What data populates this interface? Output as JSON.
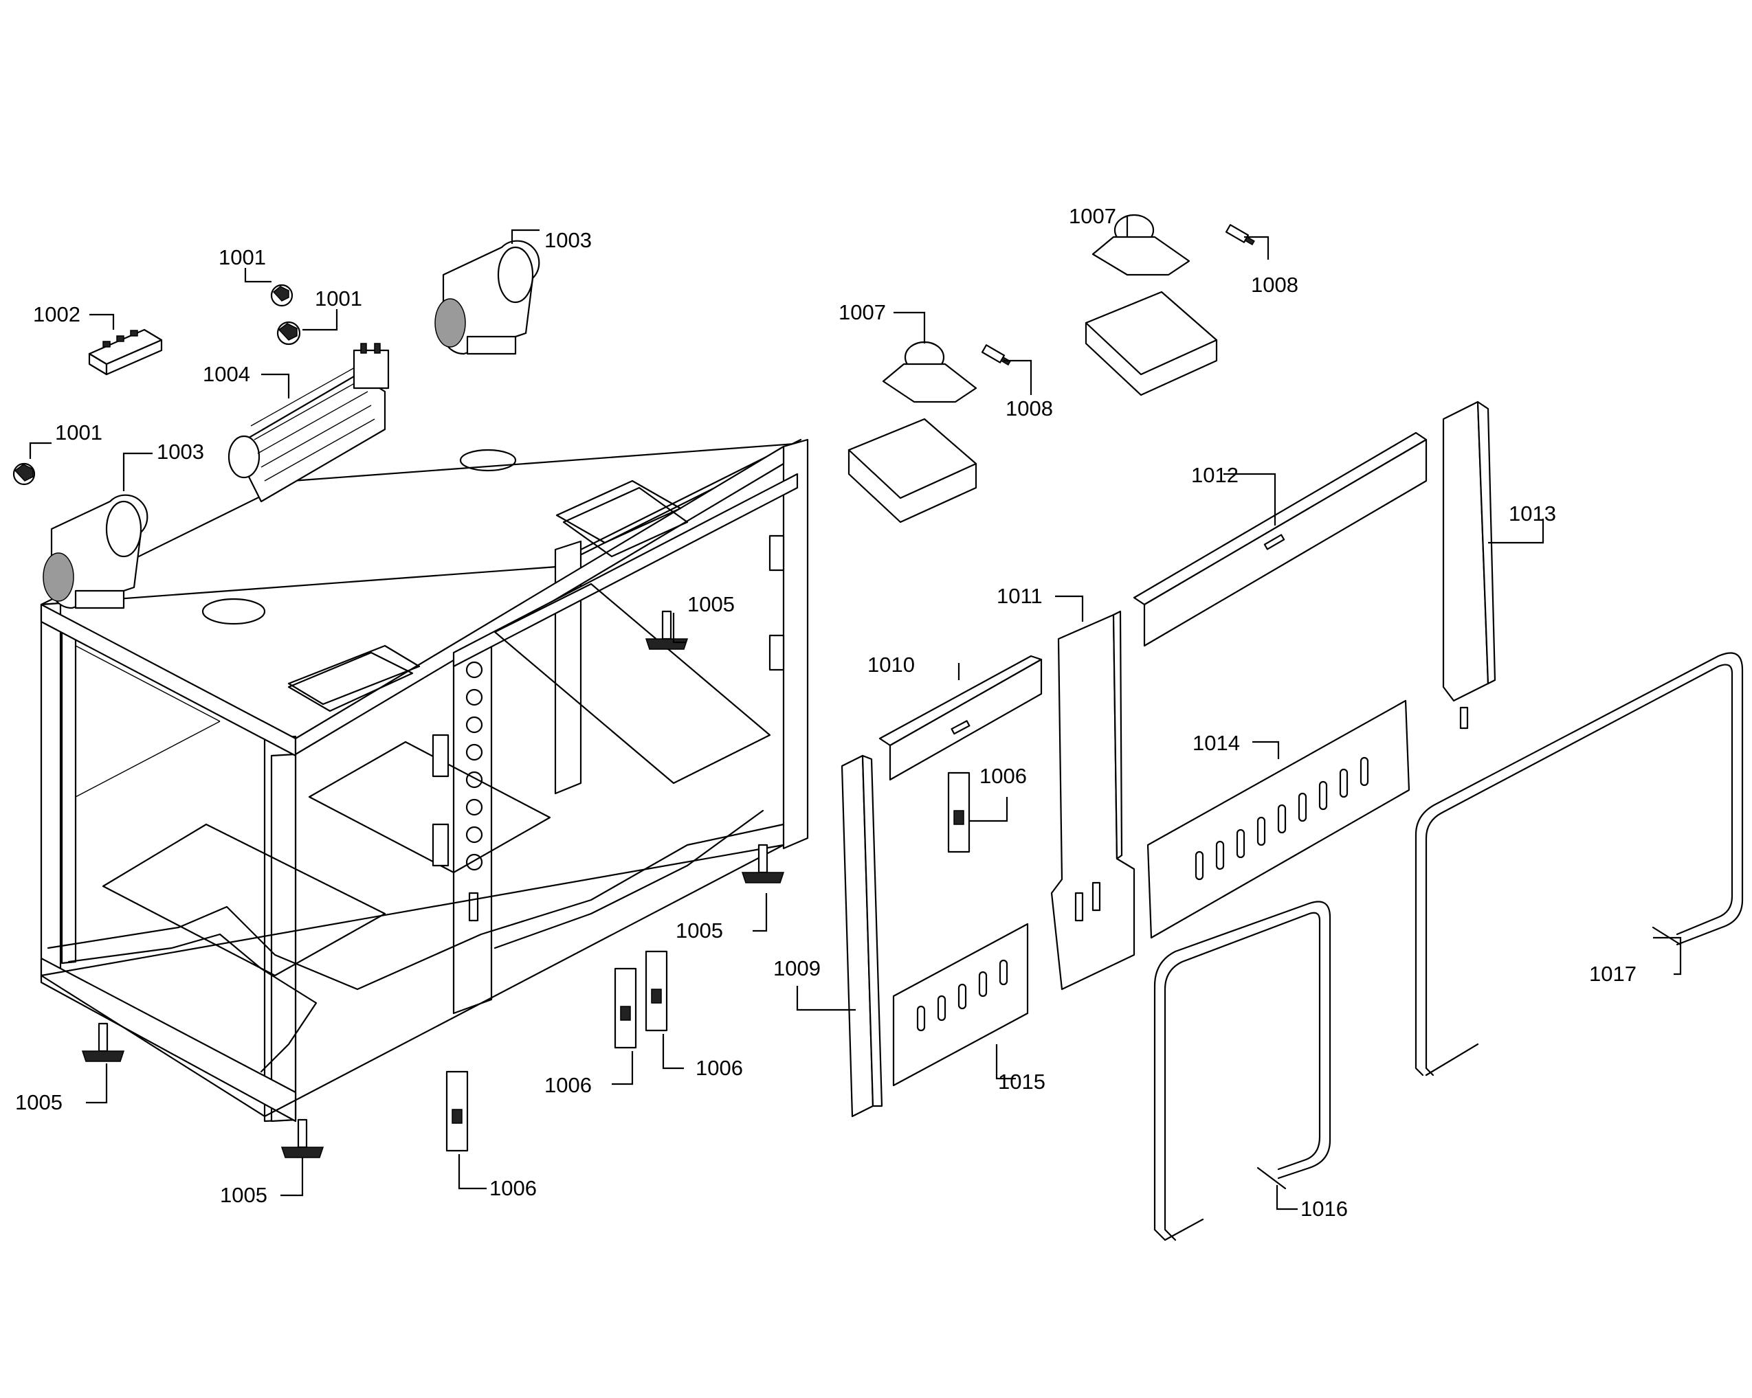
{
  "callouts": [
    {
      "id": "c1",
      "label": "1001"
    },
    {
      "id": "c2",
      "label": "1001"
    },
    {
      "id": "c3",
      "label": "1001"
    },
    {
      "id": "c4",
      "label": "1002"
    },
    {
      "id": "c5",
      "label": "1003"
    },
    {
      "id": "c6",
      "label": "1003"
    },
    {
      "id": "c7",
      "label": "1004"
    },
    {
      "id": "c8",
      "label": "1005"
    },
    {
      "id": "c9",
      "label": "1005"
    },
    {
      "id": "c10",
      "label": "1005"
    },
    {
      "id": "c11",
      "label": "1005"
    },
    {
      "id": "c12",
      "label": "1006"
    },
    {
      "id": "c13",
      "label": "1006"
    },
    {
      "id": "c14",
      "label": "1006"
    },
    {
      "id": "c15",
      "label": "1006"
    },
    {
      "id": "c16",
      "label": "1007"
    },
    {
      "id": "c17",
      "label": "1007"
    },
    {
      "id": "c18",
      "label": "1008"
    },
    {
      "id": "c19",
      "label": "1008"
    },
    {
      "id": "c20",
      "label": "1009"
    },
    {
      "id": "c21",
      "label": "1010"
    },
    {
      "id": "c22",
      "label": "1011"
    },
    {
      "id": "c23",
      "label": "1012"
    },
    {
      "id": "c24",
      "label": "1013"
    },
    {
      "id": "c25",
      "label": "1014"
    },
    {
      "id": "c26",
      "label": "1015"
    },
    {
      "id": "c27",
      "label": "1016"
    },
    {
      "id": "c28",
      "label": "1017"
    }
  ]
}
